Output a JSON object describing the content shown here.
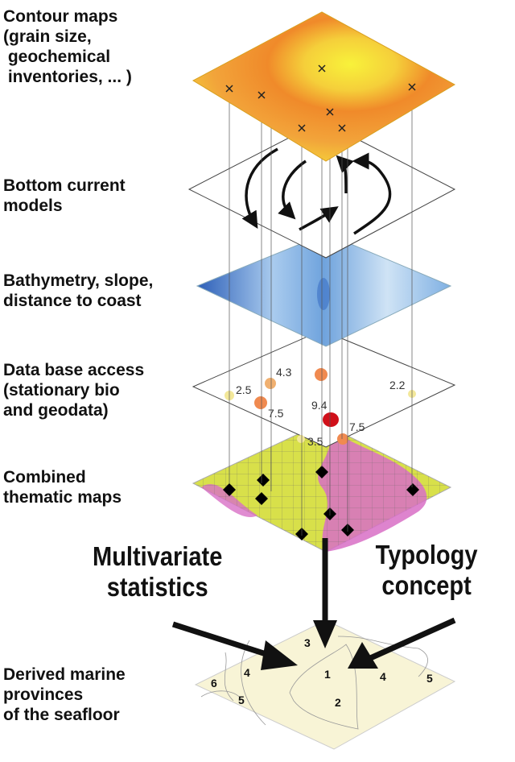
{
  "labels": {
    "contour": "Contour maps\n(grain size,\n geochemical\n inventories, ... )",
    "bottom_current": "Bottom current\nmodels",
    "bathymetry": "Bathymetry, slope,\ndistance to coast",
    "database": "Data base access\n(stationary bio\nand geodata)",
    "combined": "Combined\nthematic maps",
    "derived": "Derived marine\nprovinces\nof the seafloor"
  },
  "methods": {
    "multivariate": "Multivariate\nstatistics",
    "typology": "Typology\nconcept"
  },
  "station_values": [
    "2.5",
    "4.3",
    "7.5",
    "9.4",
    "7.5",
    "3.5",
    "2.2"
  ],
  "province_numbers": [
    "3",
    "1",
    "4",
    "6",
    "5",
    "4",
    "5",
    "2"
  ],
  "colors": {
    "contour_center": "#f6ef3a",
    "contour_orange": "#f08a2a",
    "contour_yellow": "#f5d33a",
    "bathy_light": "#cfe3f5",
    "bathy_dark": "#3a6fc4",
    "combined_yellow": "#d8e04a",
    "combined_pink": "#d86fc6",
    "derived_fill": "#f8f4d6",
    "highlight_red": "#d0101a"
  }
}
